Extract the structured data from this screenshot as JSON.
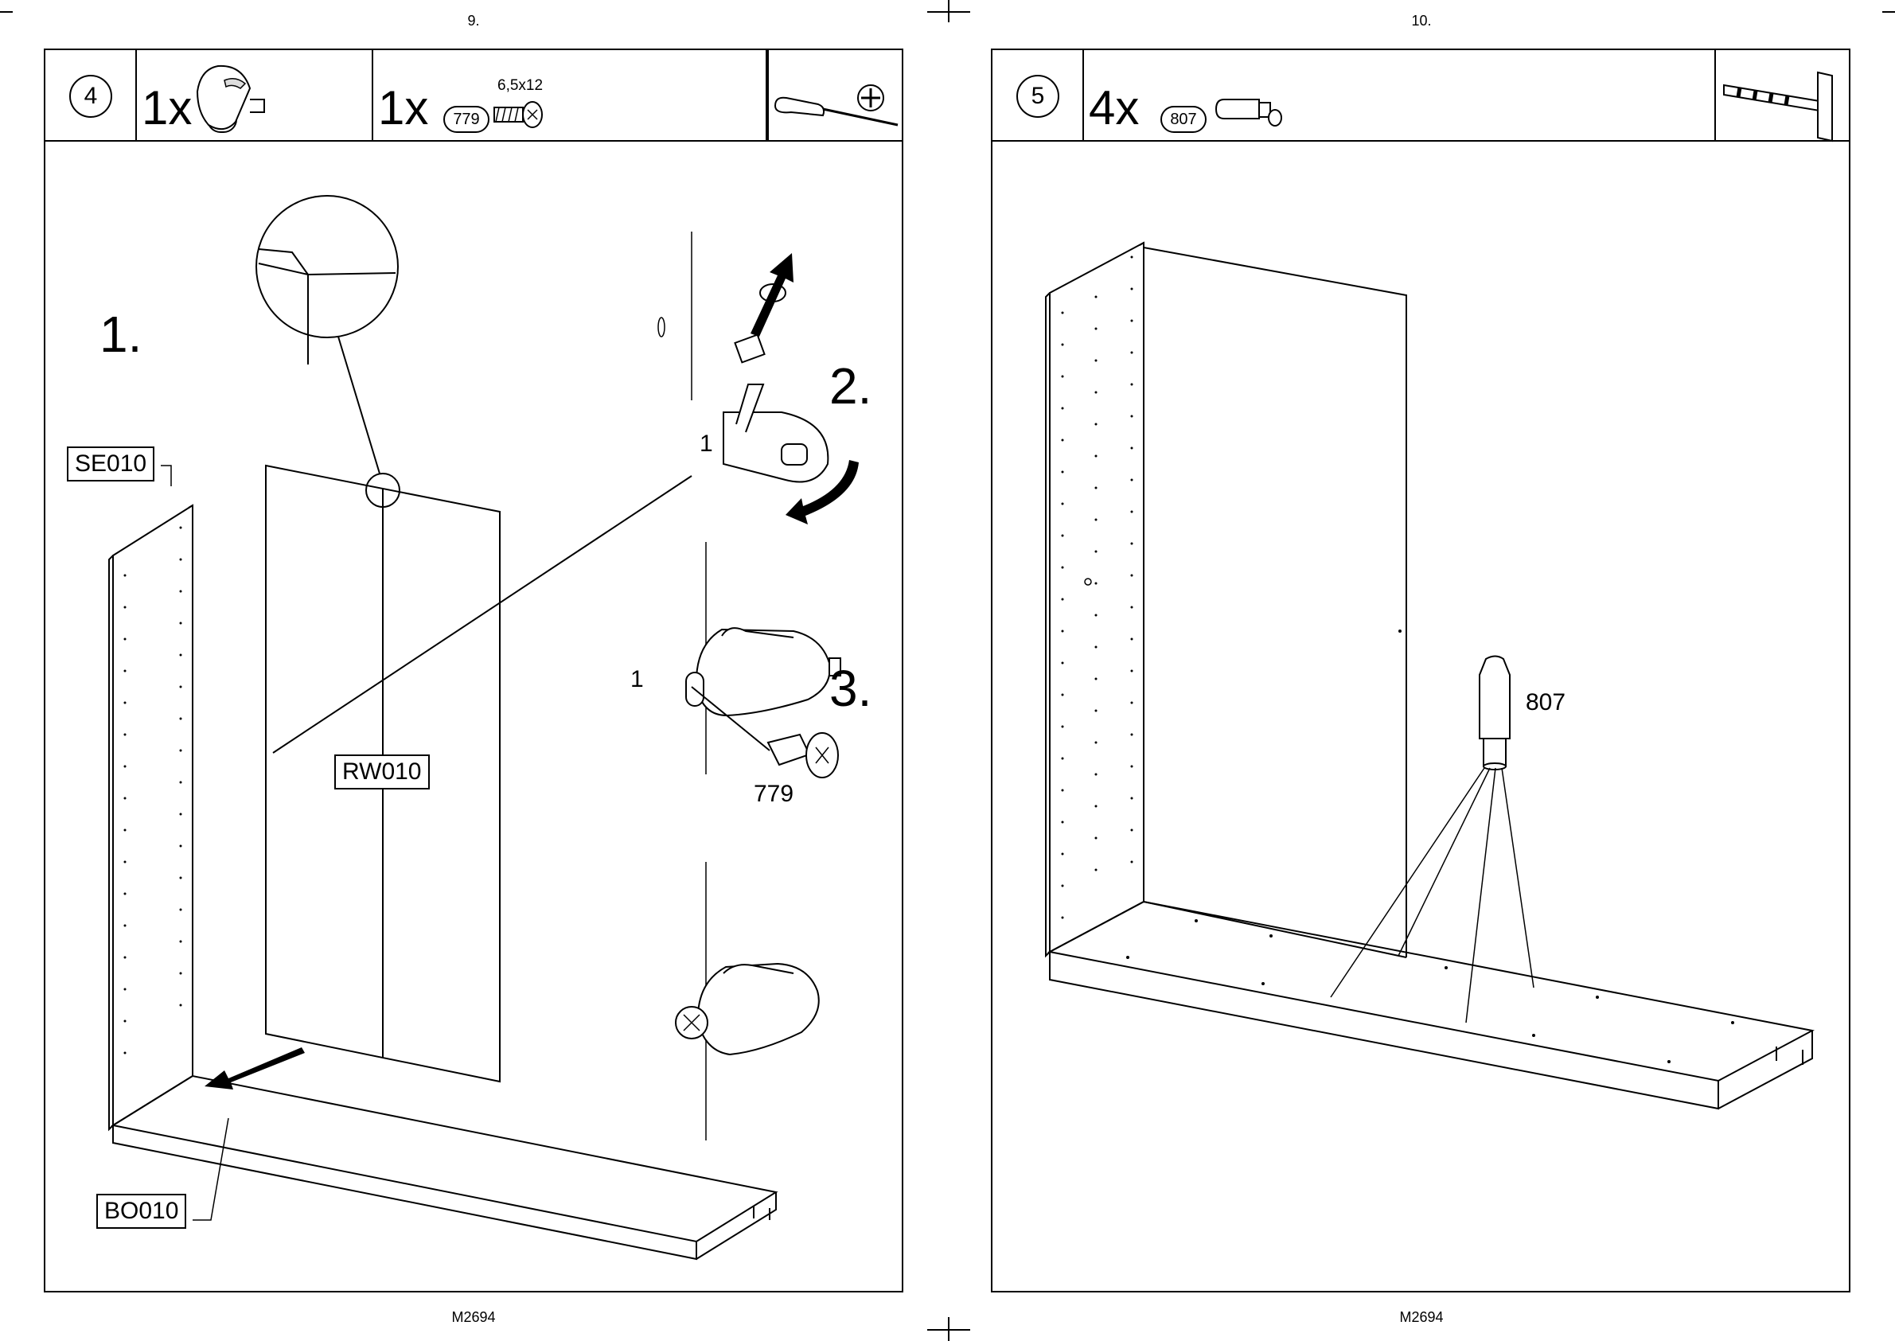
{
  "left_page": {
    "page_number": "9.",
    "footer": "M2694",
    "step": "4",
    "parts": [
      {
        "qty": "1x",
        "id": "1",
        "spec": ""
      },
      {
        "qty": "1x",
        "id": "779",
        "spec": "6,5x12"
      }
    ],
    "tool": "screwdriver-icon",
    "sub_steps": [
      "1.",
      "2.",
      "3."
    ],
    "panels": {
      "side": "SE010",
      "back": "RW010",
      "bottom": "BO010"
    },
    "callouts": {
      "part_a": "1",
      "part_b": "1",
      "screw": "779"
    }
  },
  "right_page": {
    "page_number": "10.",
    "footer": "M2694",
    "step": "5",
    "parts": [
      {
        "qty": "4x",
        "id": "807",
        "spec": ""
      }
    ],
    "tool": "hammer-icon",
    "callouts": {
      "dowel": "807"
    }
  }
}
